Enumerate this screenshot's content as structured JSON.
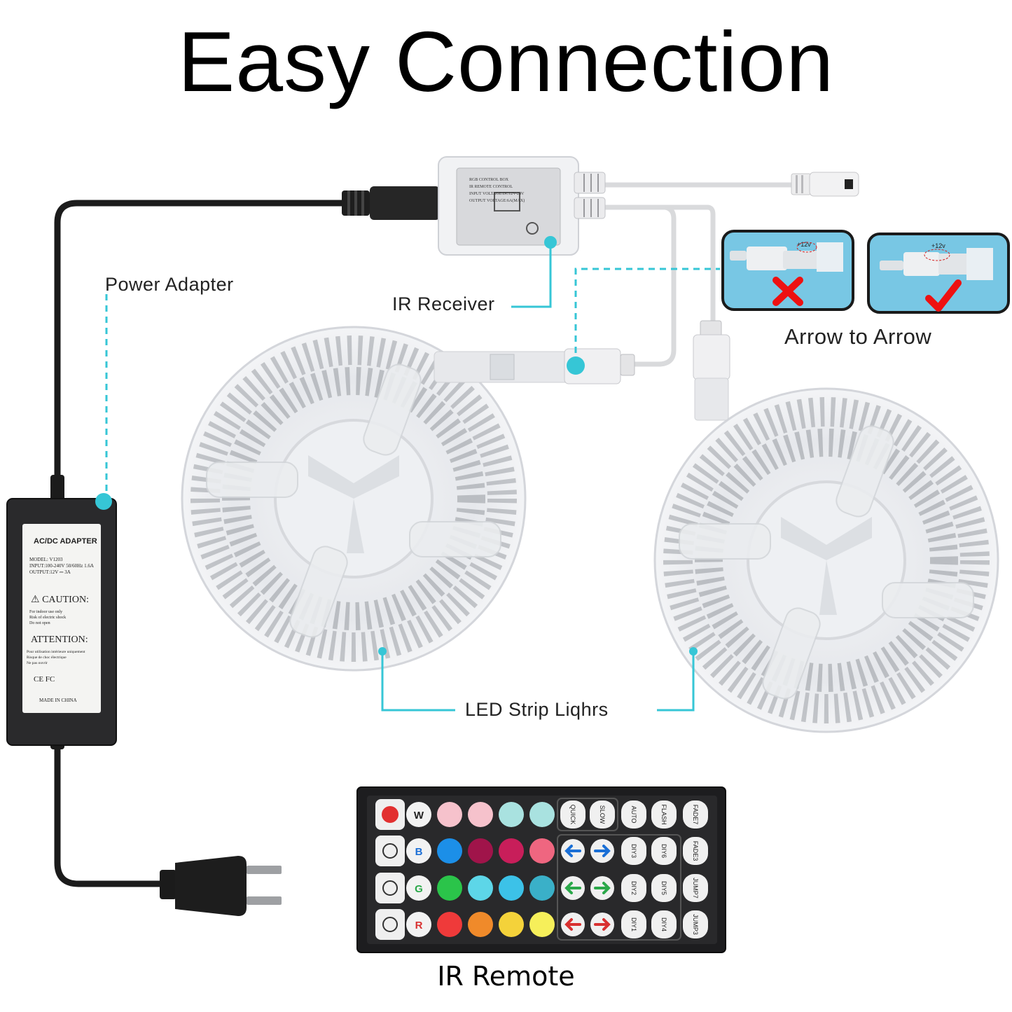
{
  "title": "Easy Connection",
  "labels": {
    "power_adapter": "Power Adapter",
    "ir_receiver": "IR Receiver",
    "arrow_to_arrow": "Arrow to Arrow",
    "led_strip_lights": "LED Strip Liqhrs",
    "ir_remote": "IR Remote"
  },
  "adapter": {
    "heading": "AC/DC ADAPTER",
    "model": "MODEL:  V1203",
    "input": "INPUT:100-240V  50/60Hz 1.6A",
    "output": "OUTPUT:12V ⎓ 3A",
    "caution": "CAUTION:",
    "caution_lines": [
      "For indoor use only",
      "Risk of electric shock",
      "Do not open"
    ],
    "attention": "ATTENTION:",
    "attention_lines": [
      "Pour utilisation intérieure uniquement",
      "Risque de choc électrique",
      "Ne pas ouvrir"
    ],
    "marks": "CE FC",
    "made_in": "MADE IN CHINA"
  },
  "control_box": {
    "lines": [
      "RGB CONTROL BOX",
      "IR REMOTE CONTROL",
      "INPUT VOLTAGE:DC12V-24V",
      "OUTPUT VOLTAGE:6A(MAX)"
    ]
  },
  "connector_diagram": {
    "voltage_label": "+12v",
    "wrong_mark": "X",
    "right_mark": "check"
  },
  "remote": {
    "color_letters": [
      "W",
      "B",
      "G",
      "R"
    ],
    "color_rows": [
      [
        "#f6c2cc",
        "#f6c2cc",
        "#a9e2e0",
        "#a9e2e0"
      ],
      [
        "#1c8fe8",
        "#a0144a",
        "#c81e5a",
        "#ef6680"
      ],
      [
        "#2bc44a",
        "#5dd6e8",
        "#3cc2e8",
        "#3ab0c8"
      ],
      [
        "#ef3a3a",
        "#f08a2a",
        "#f4d23a",
        "#f6ef5a"
      ]
    ],
    "speed_buttons": [
      "QUICK",
      "SLOW"
    ],
    "mode_buttons": [
      "AUTO",
      "FLASH",
      "FADE7",
      "FADE3",
      "JUMP7",
      "JUMP3"
    ],
    "diy_buttons": [
      "DIY3",
      "DIY6",
      "DIY2",
      "DIY5",
      "DIY1",
      "DIY4"
    ],
    "arrow_colors": [
      "#1a6fd6",
      "#2ba84a",
      "#d83030"
    ]
  }
}
